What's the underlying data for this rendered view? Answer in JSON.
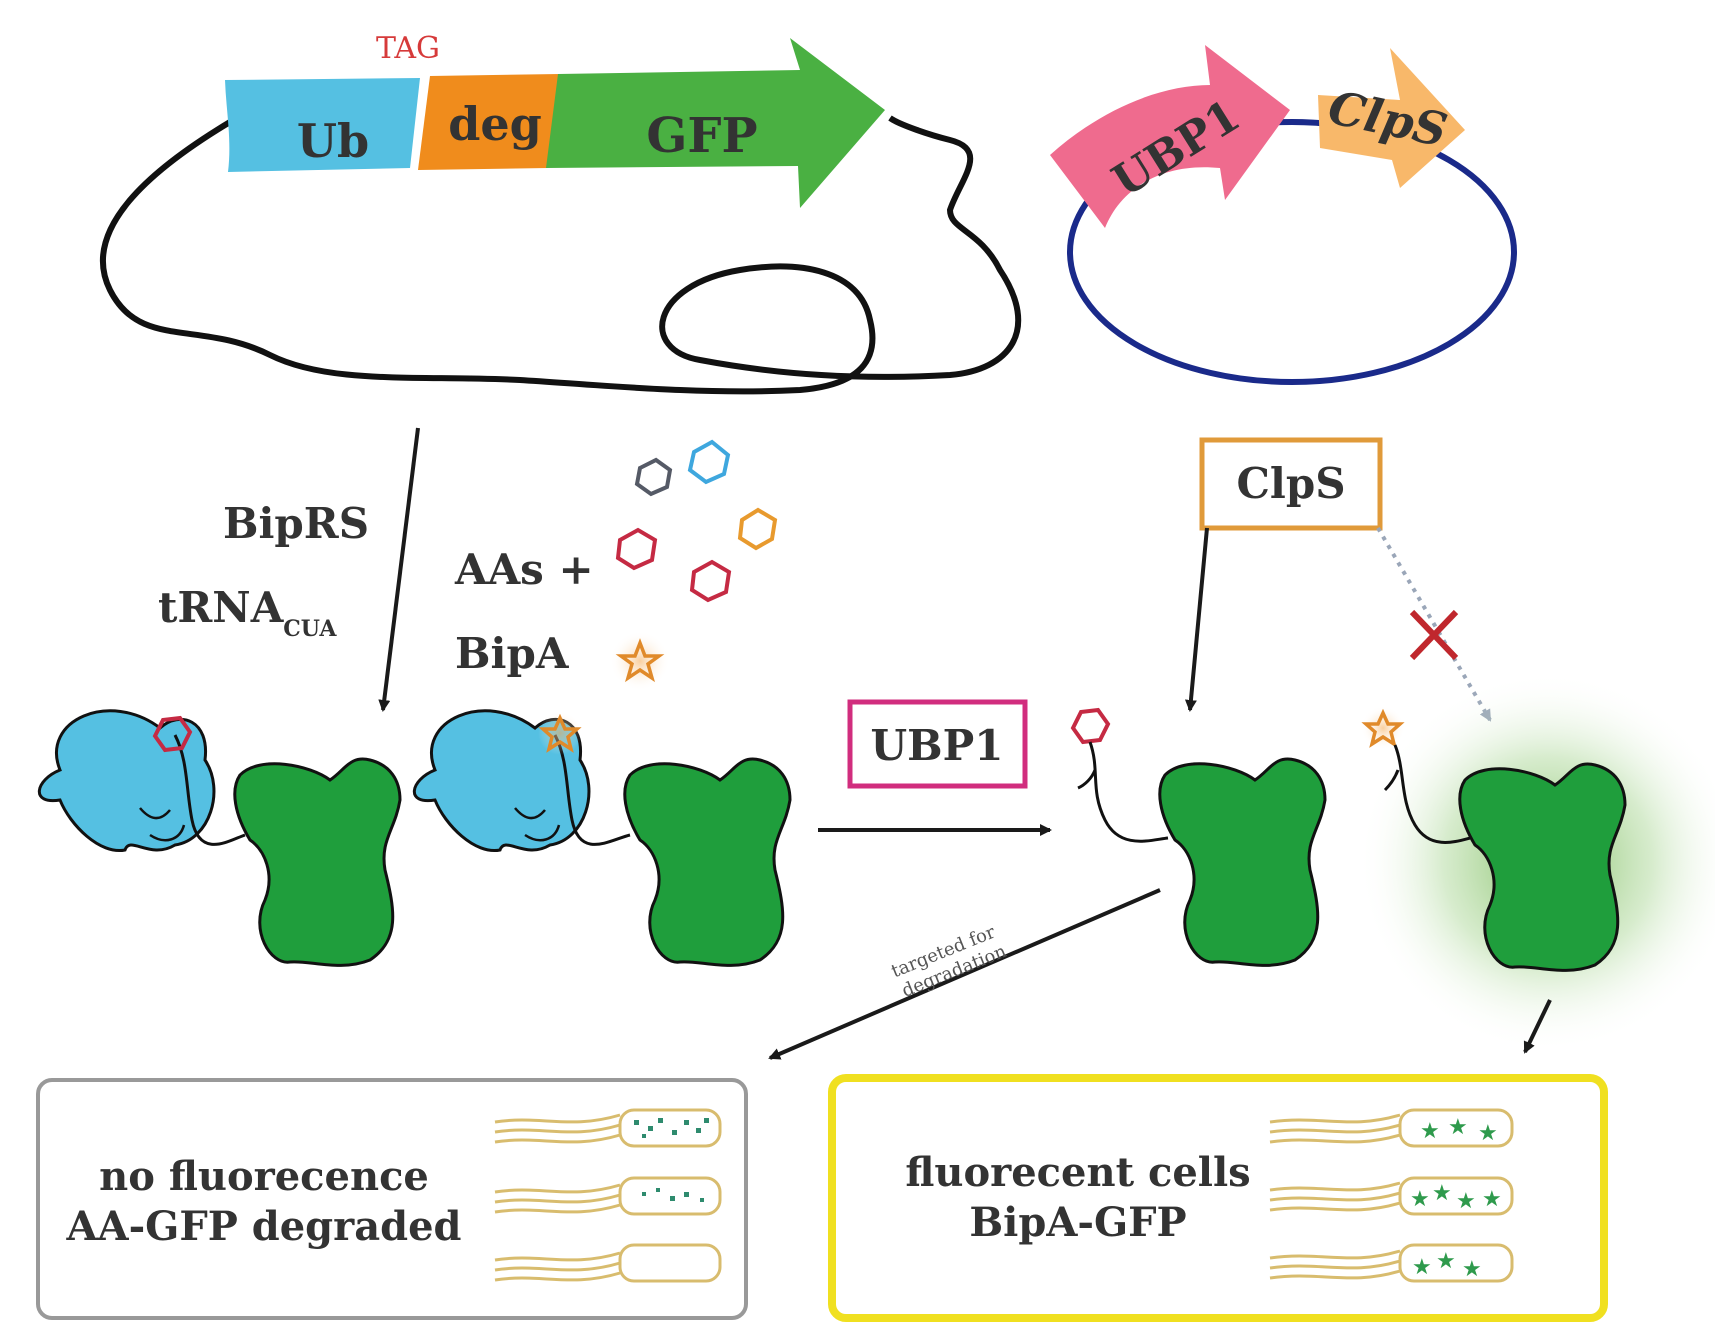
{
  "plasmid_genome": {
    "tag_label": "TAG",
    "ub_label": "Ub",
    "deg_label": "deg",
    "gfp_label": "GFP"
  },
  "plasmid_expression": {
    "ubp1_label": "UBP1",
    "clps_label": "ClpS"
  },
  "reagents": {
    "synthetase_label": "BipRS",
    "trna_label": "tRNA",
    "trna_subscript": "CUA",
    "aas_label": "AAs +",
    "bipa_label": "BipA"
  },
  "enzymes": {
    "clps_box_label": "ClpS",
    "ubp1_box_label": "UBP1"
  },
  "annotations": {
    "degradation_line1": "targeted for",
    "degradation_line2": "degradation"
  },
  "outcomes": {
    "negative_line1": "no fluorecence",
    "negative_line2": "AA-GFP degraded",
    "positive_line1": "fluorecent cells",
    "positive_line2": "BipA-GFP"
  },
  "colors": {
    "ub": "#55c0e2",
    "deg": "#f08c1c",
    "gfp": "#4ab042",
    "gfp_protein": "#1f9e3c",
    "ubp1_gene": "#ef6b8e",
    "clps_gene": "#f8b86a",
    "plasmid_ring": "#1a2a8a",
    "tag_text": "#d63a3a",
    "ubp1_box": "#d12d7e",
    "clps_box": "#e09a3a",
    "negative_border": "#999999",
    "positive_border": "#f0e020",
    "cell_outline": "#d8bc6e",
    "cross": "#c0272d"
  }
}
